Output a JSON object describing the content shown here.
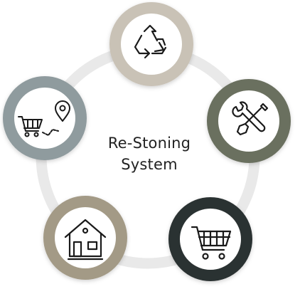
{
  "title_lines": [
    "Re-Stoning",
    "System"
  ],
  "colors": {
    "ring_bg": "#e9e9e9",
    "recycle": "#c9c2b6",
    "tools": "#6b705f",
    "cart": "#2c3132",
    "home": "#a39a86",
    "delivery": "#8f9b9e",
    "icon_stroke": "#1a1a1a"
  },
  "nodes": [
    {
      "name": "recycle-node",
      "icon": "recycle-icon",
      "color_key": "recycle"
    },
    {
      "name": "tools-node",
      "icon": "wrench-screwdriver-icon",
      "color_key": "tools"
    },
    {
      "name": "cart-node",
      "icon": "shopping-cart-icon",
      "color_key": "cart"
    },
    {
      "name": "home-node",
      "icon": "house-icon",
      "color_key": "home"
    },
    {
      "name": "delivery-node",
      "icon": "cart-route-pin-icon",
      "color_key": "delivery"
    }
  ]
}
